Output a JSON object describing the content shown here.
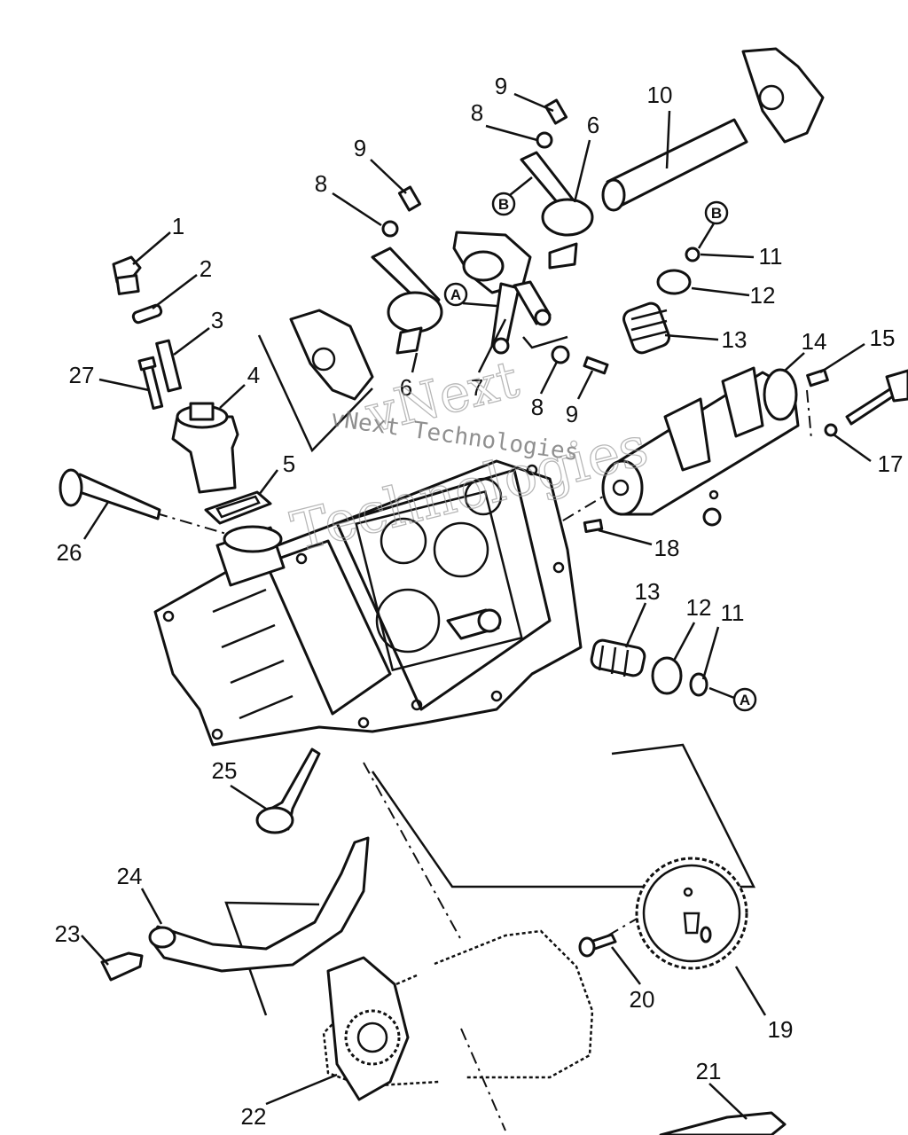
{
  "callouts": [
    "1",
    "2",
    "3",
    "4",
    "5",
    "6",
    "6",
    "7",
    "8",
    "8",
    "8",
    "9",
    "9",
    "9",
    "10",
    "11",
    "11",
    "12",
    "12",
    "13",
    "13",
    "14",
    "15",
    "17",
    "18",
    "19",
    "20",
    "21",
    "22",
    "23",
    "24",
    "25",
    "26",
    "27"
  ],
  "refs": [
    "A",
    "A",
    "B",
    "B"
  ],
  "watermark": {
    "line1": "vNext",
    "line2": "vNext Technologies",
    "line3": "Technologies"
  }
}
